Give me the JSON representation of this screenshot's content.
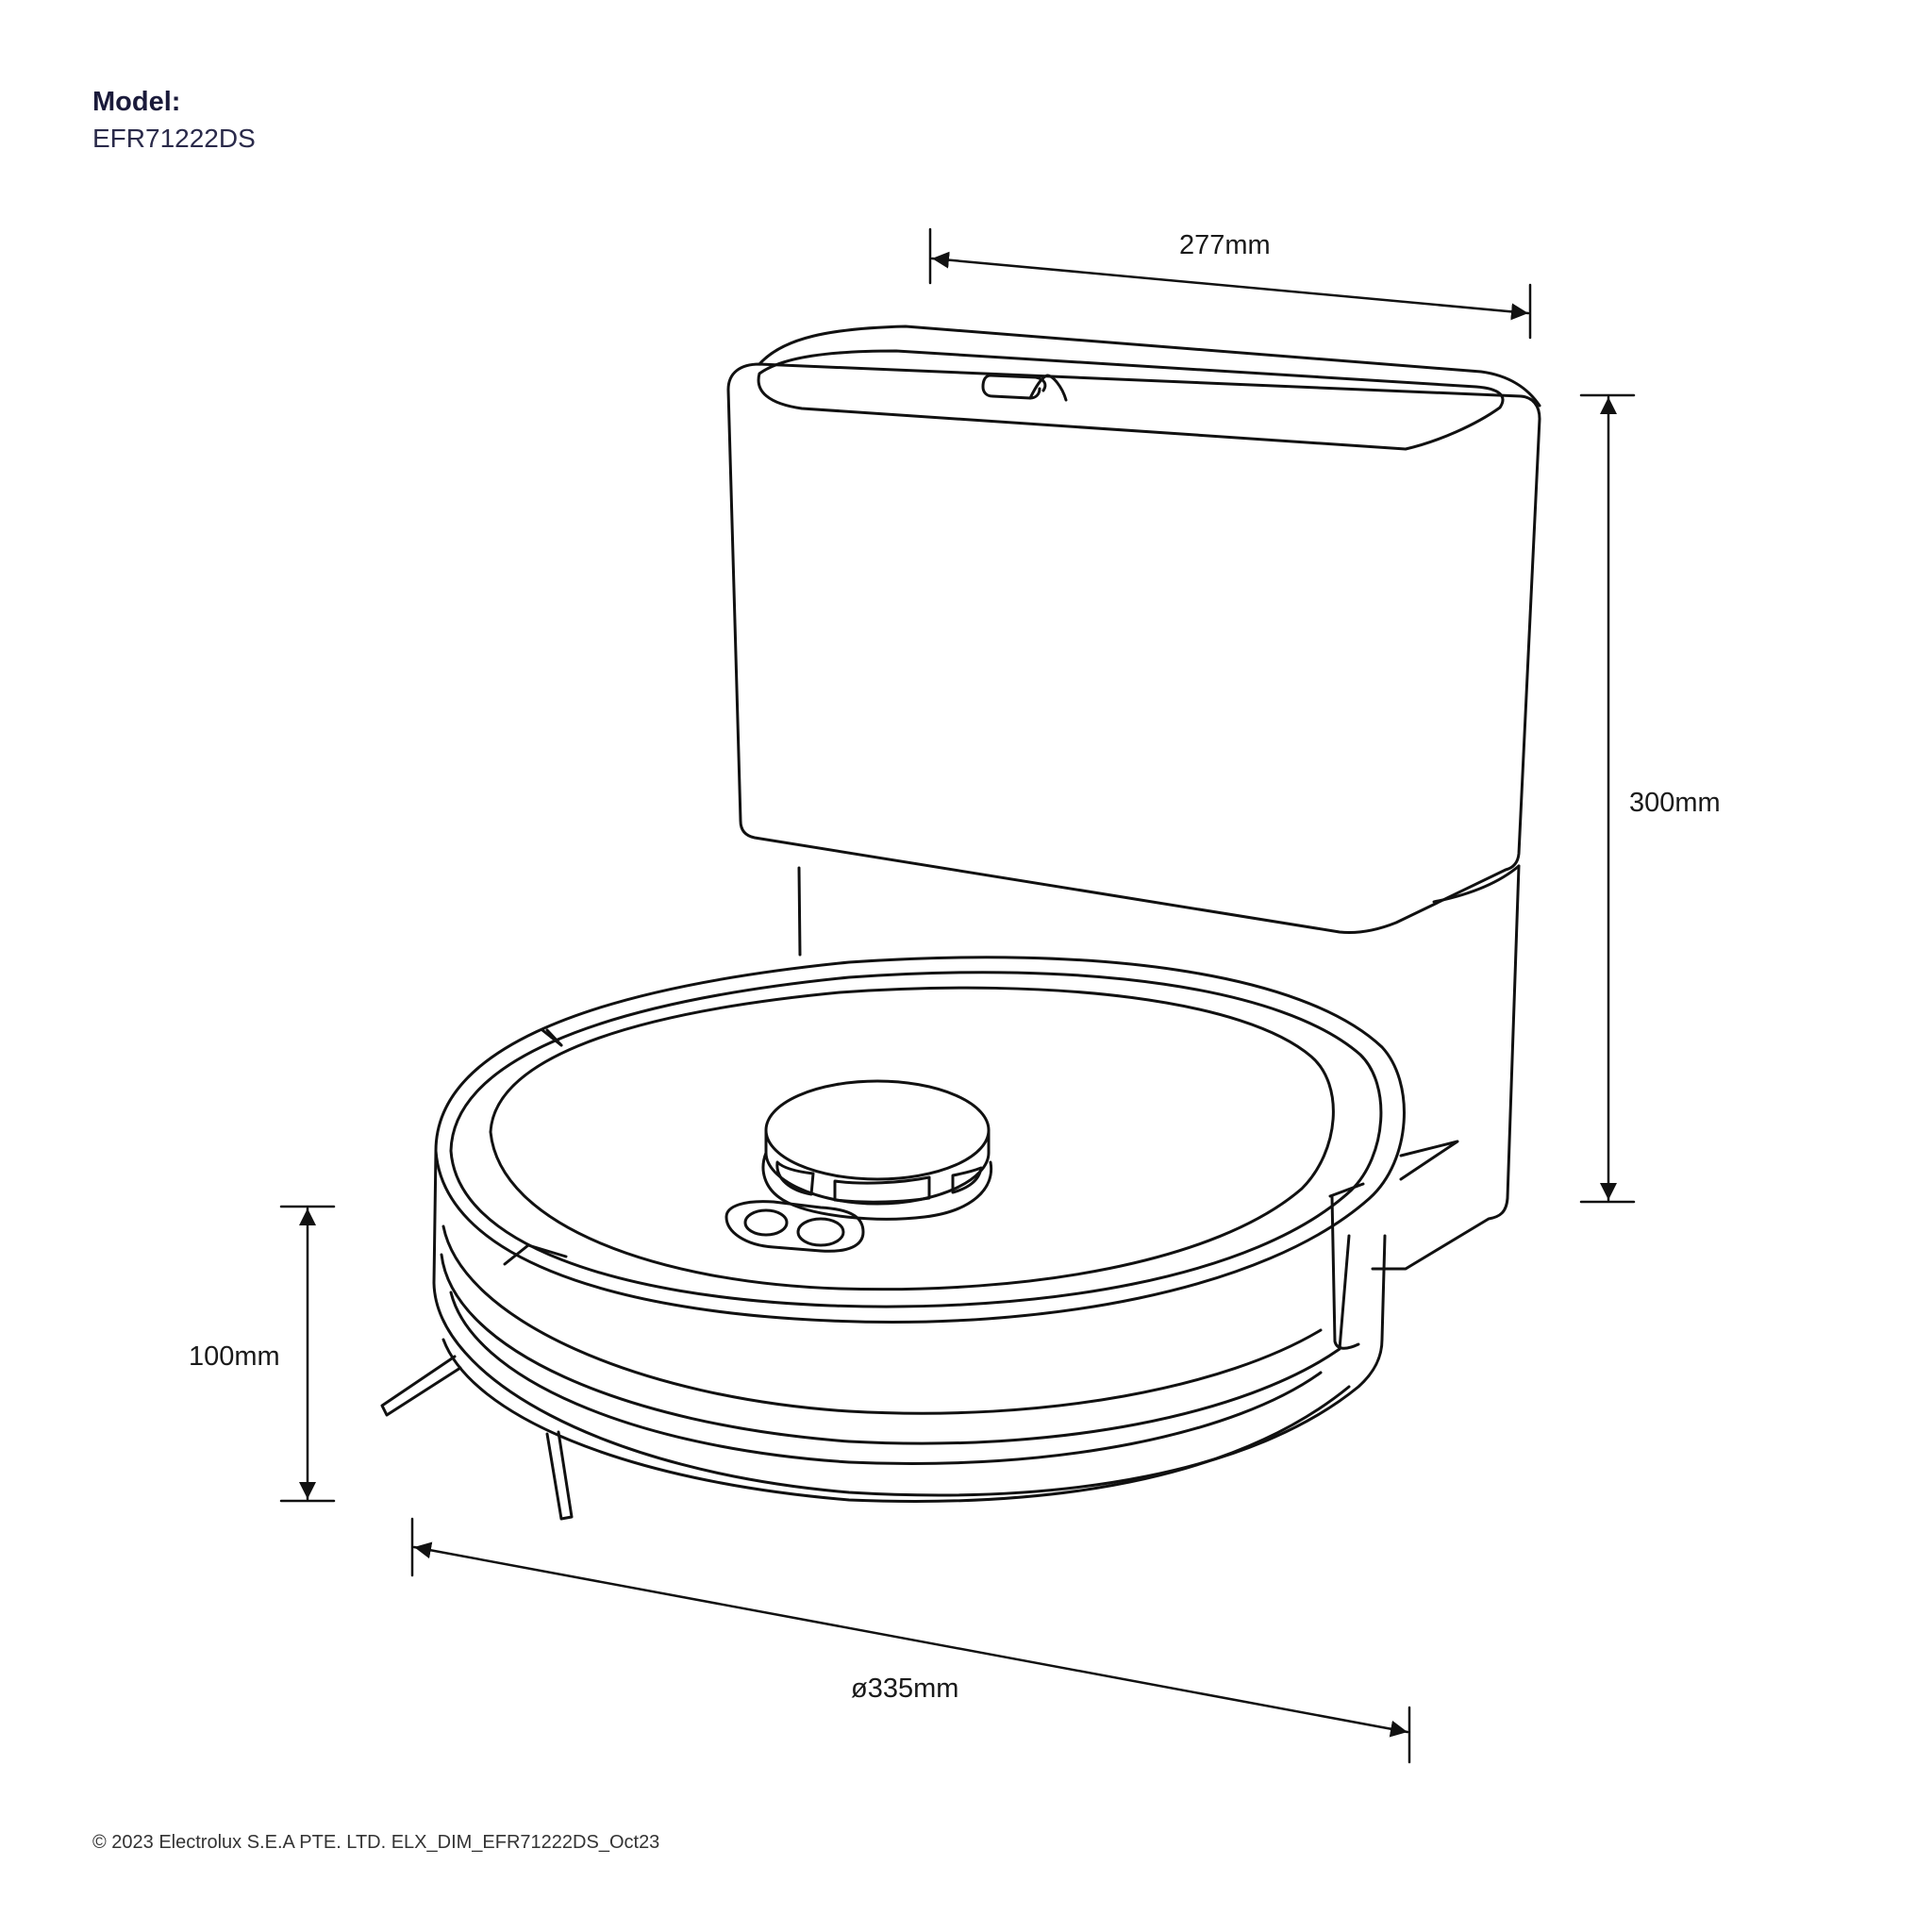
{
  "header": {
    "model_label": "Model:",
    "model_value": "EFR71222DS"
  },
  "dimensions": {
    "width": "277mm",
    "height": "300mm",
    "robot_height": "100mm",
    "robot_diameter": "ø335mm"
  },
  "footer": {
    "copyright": "© 2023 Electrolux S.E.A PTE. LTD. ELX_DIM_EFR71222DS_Oct23"
  },
  "colors": {
    "line": "#111111",
    "heading": "#1a1a3a"
  }
}
